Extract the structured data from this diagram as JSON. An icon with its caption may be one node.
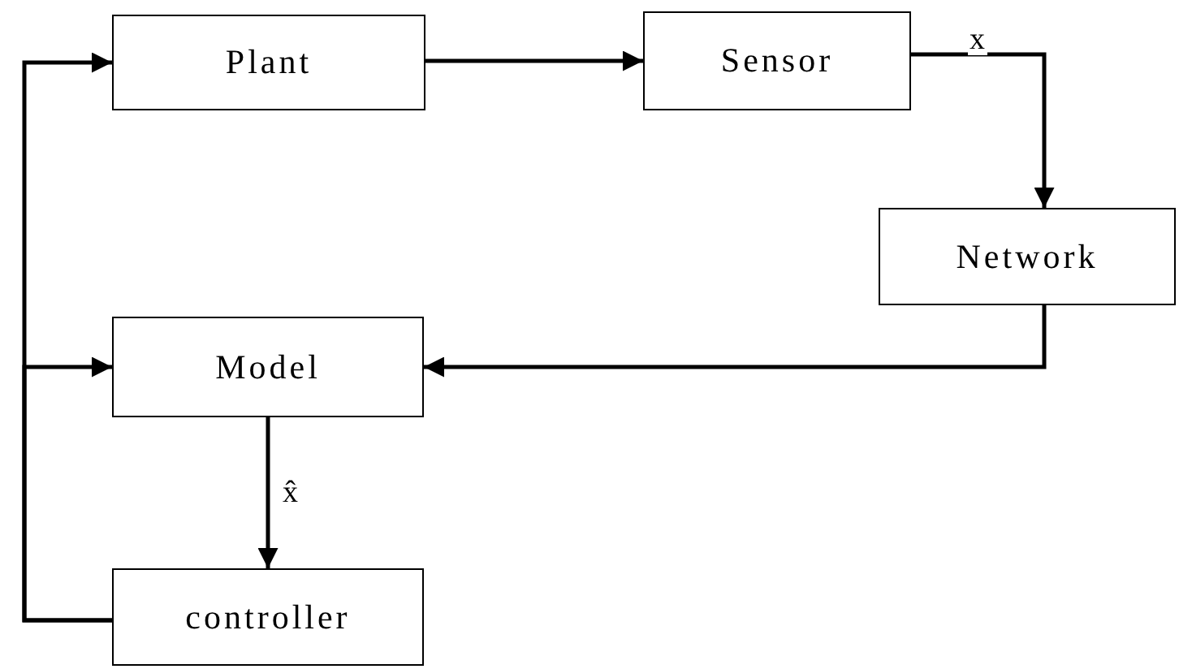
{
  "diagram": {
    "nodes": [
      {
        "text": [
          "Plant"
        ]
      },
      {
        "text": [
          "Sensor"
        ]
      },
      {
        "text": [
          "Network"
        ]
      },
      {
        "text": [
          "Model"
        ]
      },
      {
        "text": [
          "controller"
        ]
      }
    ],
    "edges": [
      {
        "from": 0,
        "to": 1,
        "arrow": "to"
      },
      {
        "from": 1,
        "to": 2,
        "label": "x",
        "arrow": "to"
      },
      {
        "from": 2,
        "to": 3,
        "arrow": "to"
      },
      {
        "from": 3,
        "to": 4,
        "label": "x̂",
        "arrow": "to"
      },
      {
        "from": 4,
        "to": 0,
        "arrow": "to"
      },
      {
        "from": 4,
        "to": 3,
        "arrow": "to"
      }
    ]
  }
}
